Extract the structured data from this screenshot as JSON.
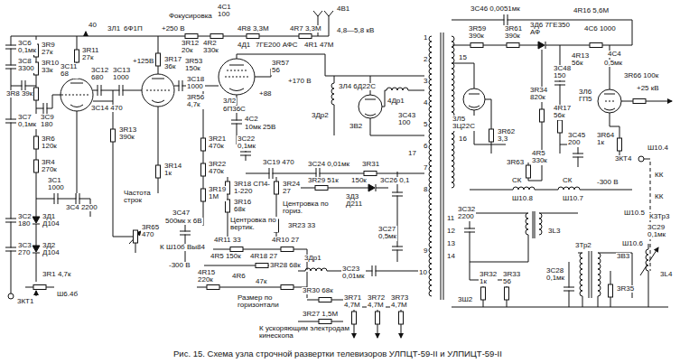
{
  "diagram": {
    "caption": "Рис. 15. Схема узла строчной развертки телевизоров УЛПЦТ-59-II и УЛПИЦТ-59-II",
    "labels": [
      "40",
      "+250 В",
      "Фокусировка",
      "3R12 20к",
      "4С1 100",
      "4R2 330к",
      "4R8 3,3М",
      "4R7 3,3М",
      "4В1",
      "4,8—5,8 кВ",
      "4Д1",
      "7ГЕ200 АФС",
      "4R1 47М",
      "3С6 0,1мк",
      "3С8 3300",
      "3R9 27к",
      "3R10 33к",
      "3С11 68",
      "3R11 27к",
      "3Л1",
      "6Ф1П",
      "3С12 680",
      "3С13 1000",
      "+125В",
      "3С14 470",
      "3R17 36к",
      "3R13 390к",
      "3R14 1к",
      "Частота строк",
      "3R65 470",
      "3R8 39к",
      "3С9 180",
      "3С7 0,1мк",
      "3R6 120к",
      "3R4 270к",
      "3С1 1000",
      "3С4 2200",
      "3С2 180",
      "3Д1 Д104",
      "3С3 270",
      "3Д2 Д104",
      "3R1 4,7к",
      "3КТ1",
      "Ш6.4б",
      "3R53 150к",
      "3С18 1000",
      "3R56 4,7к",
      "3Л2",
      "6П36С",
      "3R57 56",
      "+170 В",
      "+88",
      "4С2",
      "10мк 25В",
      "3R21 470к",
      "3R22 470к",
      "3R19 1М",
      "3С22 0,1мк",
      "3С19 470",
      "3R18 СП4-1-220",
      "3R16 68к",
      "Центровка по вертик.",
      "3С47",
      "500мк х 6В",
      "К Ш10б Вы84",
      "3R24 27",
      "Центровка по гориз.",
      "3R23 33",
      "4R11 33",
      "4R10 27",
      "4R18 27",
      "-300 В",
      "4R15 220к",
      "4R5 150к",
      "4R6",
      "47к",
      "3R28 68к",
      "Размер по горизонтали",
      "3Др1",
      "3R30 68к",
      "3С23 0,01мк",
      "3R27 1,5М",
      "3R71 4,7М",
      "3R72 4,7М",
      "3R73 4,7М",
      "К ускоряющим электродам кинескопа",
      "3С24 0,01мк",
      "3R31",
      "3R29 51к",
      "150к",
      "3Д3 Д211",
      "3С26 0,1",
      "3С27 0,5мк",
      "3Л4 6Д22С",
      "4Др1",
      "3Др2",
      "3В2",
      "3С43 100",
      "1",
      "2",
      "3",
      "4",
      "5",
      "6",
      "7",
      "8",
      "9",
      "10",
      "11",
      "12",
      "13",
      "14",
      "15",
      "16",
      "17",
      "3С46 0,0051мк",
      "3R59 390к",
      "3R61 390к",
      "3Д6 7ГЕ350 АФ",
      "4R16 5,6М",
      "4С6 1000",
      "4R13 56к",
      "4С4",
      "0,5мк",
      "3С48 150",
      "3Л5 3Ц22С",
      "3R62 3,3",
      "3R34 820к",
      "4R17 56к",
      "3С45 200",
      "4R5 330к",
      "3R63",
      "3R64 1к",
      "3R66 100к",
      "+25 кВ",
      "3Л6 ГП5",
      "3КТ4",
      "Ш10.4",
      "КК",
      "КК",
      "-300 В",
      "СК",
      "СК",
      "Ш10.8",
      "Ш10.7",
      "Ш10.5",
      "К3Тр3",
      "3С29 0,1мк",
      "Ш10.6",
      "3L3",
      "3С32 2200",
      "3Ш2",
      "3R32 1к",
      "3R33 56",
      "3Тр2",
      "3С28 0,1мк",
      "3В3",
      "3R35",
      "3L4"
    ]
  }
}
